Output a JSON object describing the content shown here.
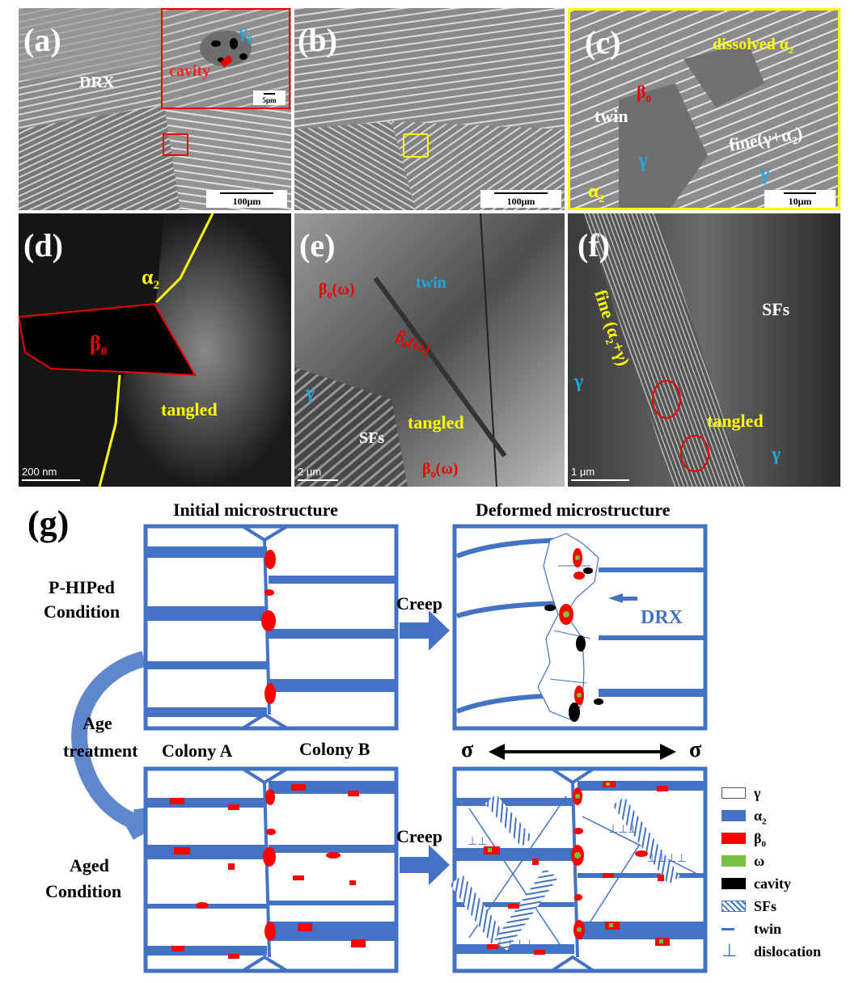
{
  "panels": {
    "a": {
      "label": "(a)",
      "drx": "DRX",
      "cavity": "cavity",
      "gamma_g": "γ",
      "gamma_g_sub": "g",
      "inset_scale": "5μm",
      "scale": "100μm"
    },
    "b": {
      "label": "(b)",
      "scale": "100μm"
    },
    "c": {
      "label": "(c)",
      "dissolved_a2": "dissolved α",
      "dissolved_sub": "2",
      "beta0": "β",
      "beta0_sub": "0",
      "twin": "twin",
      "gamma1": "γ",
      "gamma2": "γ",
      "fine": "fine(γ+α",
      "fine_sub": "2",
      "fine_end": ")",
      "alpha2": "α",
      "alpha2_sub": "2",
      "scale": "10μm"
    },
    "d": {
      "label": "(d)",
      "alpha2": "α",
      "alpha2_sub": "2",
      "beta0": "β",
      "beta0_sub": "0",
      "tangled": "tangled",
      "scale": "200 nm"
    },
    "e": {
      "label": "(e)",
      "beta_omega_1": "β",
      "beta_omega_1_sub": "0",
      "beta_omega_1_end": "(ω)",
      "twin": "twin",
      "beta_omega_2": "β",
      "beta_omega_2_sub": "0",
      "beta_omega_2_end": "(ω)",
      "gamma": "γ",
      "sfs": "SFs",
      "tangled": "tangled",
      "beta_omega_3": "β",
      "beta_omega_3_sub": "0",
      "beta_omega_3_end": "(ω)",
      "scale": "2 μm"
    },
    "f": {
      "label": "(f)",
      "fine": "fine (α",
      "fine_sub": "2",
      "fine_end": "+γ)",
      "sfs": "SFs",
      "gamma1": "γ",
      "gamma2": "γ",
      "tangled": "tangled",
      "scale": "1 μm"
    }
  },
  "schematic": {
    "label": "(g)",
    "initial_title": "Initial microstructure",
    "deformed_title": "Deformed microstructure",
    "phiped_line1": "P-HIPed",
    "phiped_line2": "Condition",
    "creep_top": "Creep",
    "creep_bottom": "Creep",
    "drx": "DRX",
    "age_line1": "Age",
    "age_line2": "treatment",
    "colony_a": "Colony A",
    "colony_b": "Colony B",
    "sigma_left": "σ",
    "sigma_right": "σ",
    "aged_line1": "Aged",
    "aged_line2": "Condition"
  },
  "legend": [
    {
      "symbol": "outline-box",
      "label": "γ",
      "sub": ""
    },
    {
      "symbol": "blue-box",
      "label": "α",
      "sub": "2"
    },
    {
      "symbol": "red-box",
      "label": "β",
      "sub": "0"
    },
    {
      "symbol": "green-box",
      "label": "ω",
      "sub": ""
    },
    {
      "symbol": "black-box",
      "label": "cavity",
      "sub": ""
    },
    {
      "symbol": "hatched-box",
      "label": "SFs",
      "sub": ""
    },
    {
      "symbol": "line",
      "label": "twin",
      "sub": ""
    },
    {
      "symbol": "dislocation-symbol",
      "label": "dislocation",
      "sub": ""
    }
  ],
  "colors": {
    "alpha2_blue": "#4472c4",
    "beta0_red": "#ff0000",
    "omega_green": "#7ac143",
    "cavity_black": "#000000",
    "highlight_yellow": "#ffff00",
    "cyan_label": "#1fa8e0"
  }
}
